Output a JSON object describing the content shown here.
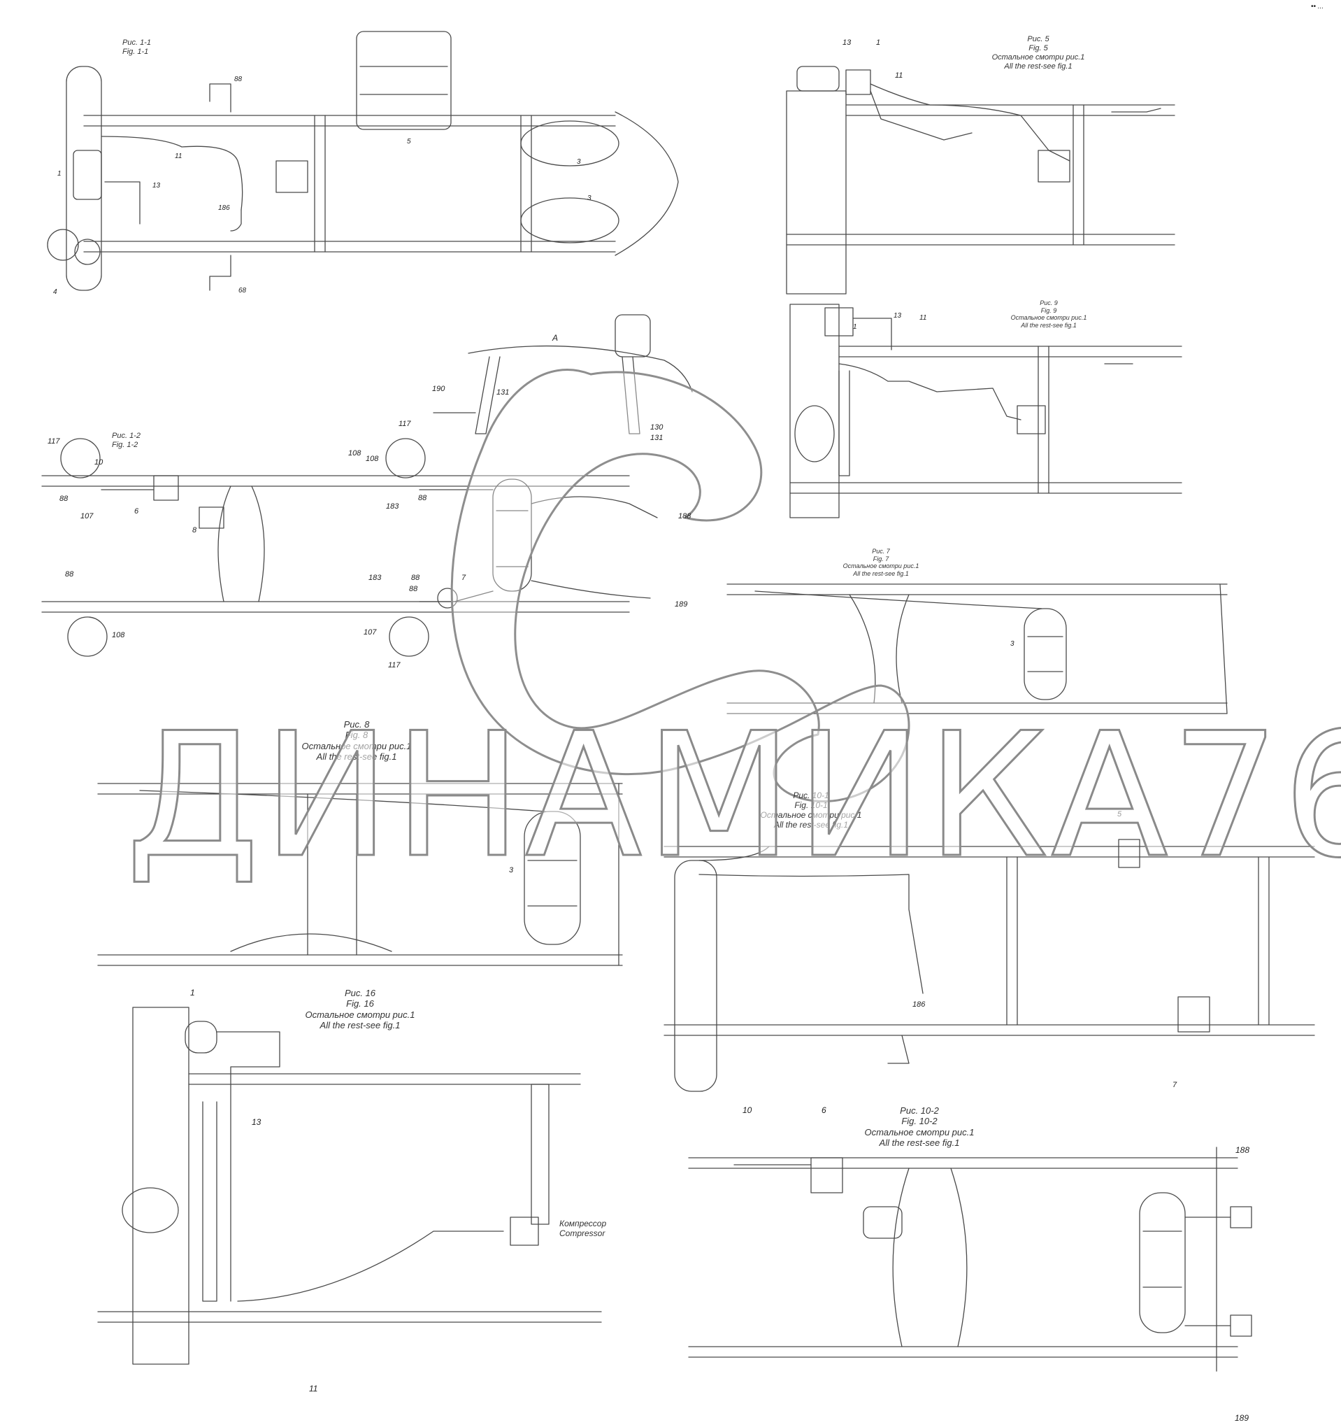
{
  "top_right_mark": "•• ...",
  "watermark": {
    "text": "ДИНАМИКА76"
  },
  "figures": [
    {
      "id": "fig1_1",
      "lines": [
        "Рис. 1-1",
        "Fig. 1-1"
      ]
    },
    {
      "id": "fig5",
      "lines": [
        "Рис. 5",
        "Fig. 5",
        "Остальное смотри рис.1",
        "All the rest-see fig.1"
      ]
    },
    {
      "id": "fig9",
      "lines": [
        "Рис. 9",
        "Fig. 9",
        "Остальное смотри рис.1",
        "All the rest-see fig.1"
      ]
    },
    {
      "id": "fig1_2",
      "lines": [
        "Рис. 1-2",
        "Fig. 1-2"
      ]
    },
    {
      "id": "fig7",
      "lines": [
        "Рис. 7",
        "Fig. 7",
        "Остальное смотри рис.1",
        "All the rest-see fig.1"
      ]
    },
    {
      "id": "fig8",
      "lines": [
        "Рис. 8",
        "Fig. 8",
        "Остальное смотри рис.1",
        "All the rest-see fig.1"
      ]
    },
    {
      "id": "fig10_1",
      "lines": [
        "Рис. 10-1",
        "Fig. 10-1",
        "Остальное смотри рис.1",
        "All the rest-see fig.1"
      ]
    },
    {
      "id": "fig16",
      "lines": [
        "Рис. 16",
        "Fig. 16",
        "Остальное смотри рис.1",
        "All the rest-see fig.1"
      ]
    },
    {
      "id": "fig10_2",
      "lines": [
        "Рис. 10-2",
        "Fig. 10-2",
        "Остальное смотри рис.1",
        "All the rest-see fig.1"
      ]
    }
  ],
  "compressor_label": [
    "Компрессор",
    "Compressor"
  ],
  "view_label": "A",
  "callouts": [
    "88",
    "11",
    "13",
    "1",
    "186",
    "4",
    "68",
    "5",
    "3",
    "3",
    "13",
    "1",
    "11",
    "1",
    "13",
    "11",
    "190",
    "131",
    "130",
    "131",
    "117",
    "117",
    "10",
    "108",
    "6",
    "88",
    "107",
    "8",
    "108",
    "183",
    "88",
    "188",
    "7",
    "189",
    "88",
    "107",
    "183",
    "88",
    "117",
    "108",
    "88",
    "3",
    "3",
    "5",
    "186",
    "7",
    "1",
    "13",
    "11",
    "10",
    "6",
    "188",
    "189"
  ]
}
